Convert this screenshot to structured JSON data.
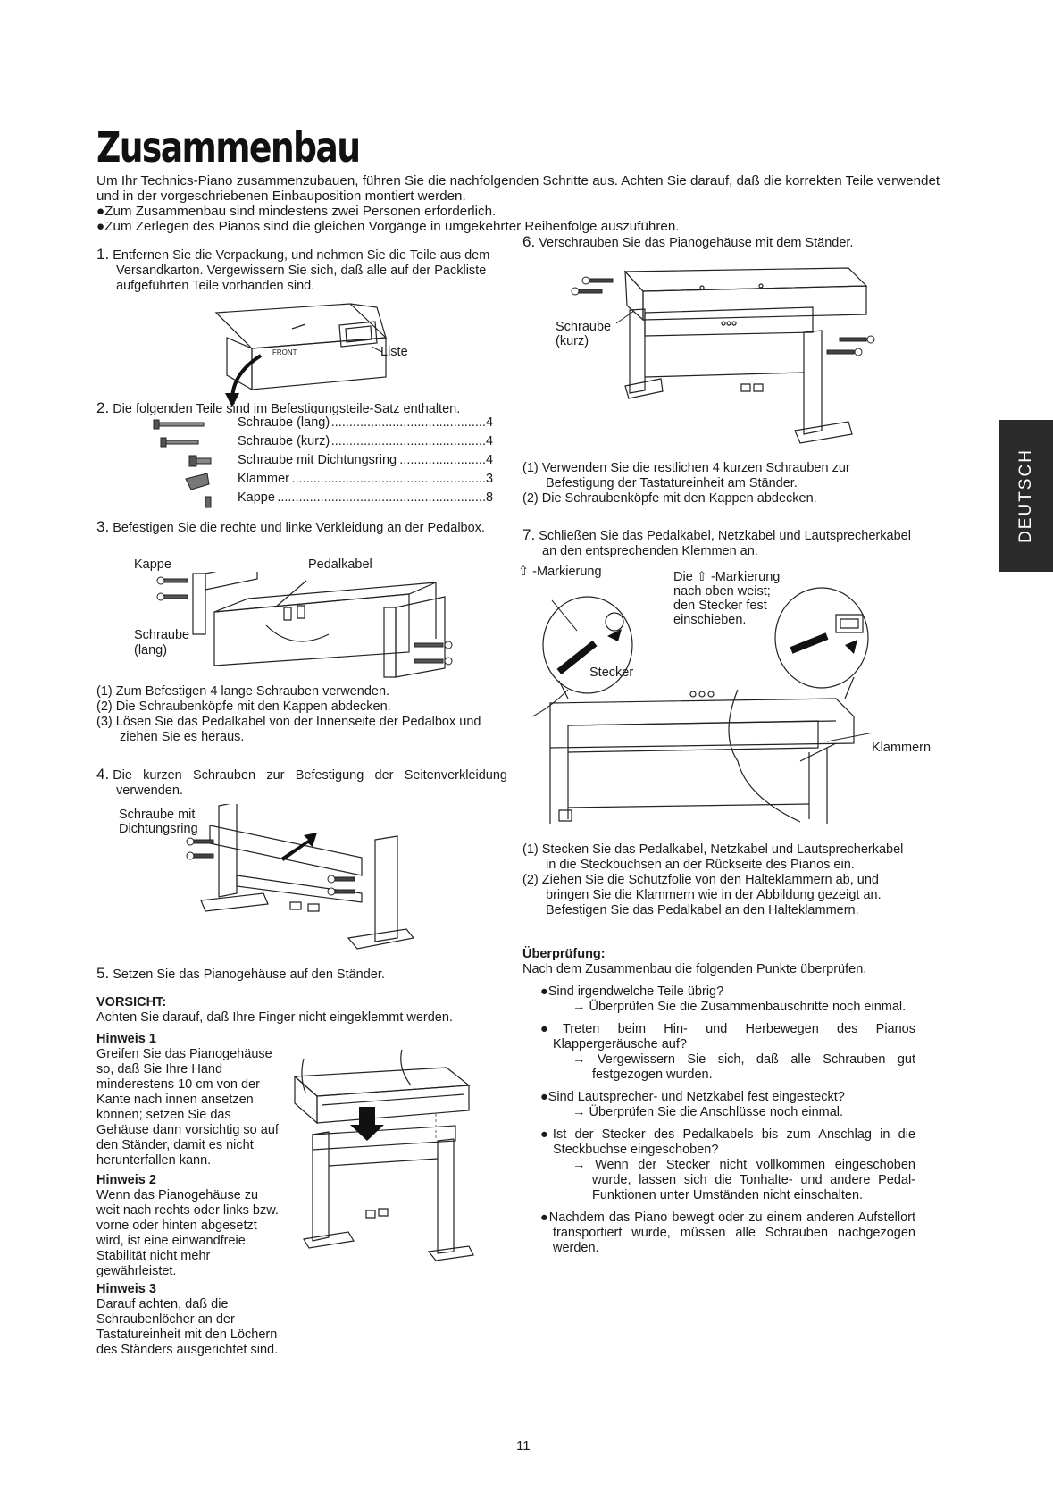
{
  "title": "Zusammenbau",
  "intro": [
    "Um Ihr Technics-Piano zusammenzubauen, führen Sie die nachfolgenden Schritte aus. Achten Sie darauf, daß die korrekten Teile verwendet und in der vorgeschriebenen Einbauposition montiert werden.",
    "●Zum Zusammenbau sind mindestens zwei Personen erforderlich.",
    "●Zum Zerlegen des Pianos sind die gleichen Vorgänge in umgekehrter Reihenfolge auszuführen."
  ],
  "step1": {
    "num": "1.",
    "text": "Entfernen Sie die Verpackung, und nehmen Sie die Teile aus dem Versandkarton. Vergewissern Sie sich, daß alle auf der Packliste aufgeführten Teile vorhanden sind.",
    "fig_label": "Liste",
    "box_text": "FRONT"
  },
  "step2": {
    "num": "2.",
    "text": "Die folgenden Teile sind im Befestigungsteile-Satz enthalten.",
    "parts": [
      {
        "name": "Schraube (lang)",
        "qty": "4"
      },
      {
        "name": "Schraube (kurz)",
        "qty": "4"
      },
      {
        "name": "Schraube mit Dichtungsring",
        "qty": "4"
      },
      {
        "name": "Klammer",
        "qty": "3"
      },
      {
        "name": "Kappe",
        "qty": "8"
      }
    ]
  },
  "step3": {
    "num": "3.",
    "text": "Befestigen Sie die rechte und linke Verkleidung an der Pedalbox.",
    "labels": {
      "kappe": "Kappe",
      "pedalkabel": "Pedalkabel",
      "schraube": "Schraube",
      "lang": "(lang)"
    },
    "notes": [
      "(1) Zum Befestigen 4 lange Schrauben verwenden.",
      "(2) Die Schraubenköpfe mit den Kappen abdecken.",
      "(3) Lösen Sie das Pedalkabel von der Innenseite der Pedalbox und ziehen Sie es heraus."
    ]
  },
  "step4": {
    "num": "4.",
    "text": "Die kurzen Schrauben zur Befestigung der Seitenverkleidung verwenden.",
    "labels": {
      "l1": "Schraube mit",
      "l2": "Dichtungsring"
    }
  },
  "step5": {
    "num": "5.",
    "text": "Setzen Sie das Pianogehäuse auf den Ständer.",
    "caution_title": "VORSICHT:",
    "caution_text": "Achten Sie darauf, daß Ihre Finger nicht eingeklemmt werden.",
    "hints": [
      {
        "title": "Hinweis 1",
        "text": "Greifen Sie das Pianogehäuse so, daß Sie Ihre Hand minderestens 10 cm von der Kante nach innen ansetzen können; setzen Sie das Gehäuse dann vorsichtig so auf den Ständer, damit es nicht herunterfallen kann."
      },
      {
        "title": "Hinweis 2",
        "text": "Wenn das Pianogehäuse zu weit nach rechts oder links bzw. vorne oder hinten abgesetzt wird, ist eine einwandfreie Stabilität nicht mehr gewährleistet."
      },
      {
        "title": "Hinweis 3",
        "text": "Darauf achten, daß die Schraubenlöcher an der Tastatureinheit mit den Löchern des Ständers ausgerichtet sind."
      }
    ]
  },
  "step6": {
    "num": "6.",
    "text": "Verschrauben Sie das Pianogehäuse mit dem Ständer.",
    "labels": {
      "l1": "Schraube",
      "l2": "(kurz)"
    },
    "notes": [
      "(1) Verwenden Sie die restlichen 4 kurzen Schrauben zur Befestigung der Tastatureinheit am Ständer.",
      "(2) Die Schraubenköpfe mit den Kappen abdecken."
    ]
  },
  "step7": {
    "num": "7.",
    "text": "Schließen Sie das Pedalkabel, Netzkabel und Lautsprecherkabel an den entsprechenden Klemmen an.",
    "labels": {
      "mark": "⇧ -Markierung",
      "die1": "Die ⇧ -Markierung",
      "die2": "nach oben weist;",
      "die3": "den Stecker fest",
      "die4": "einschieben.",
      "stecker": "Stecker",
      "klammern": "Klammern"
    },
    "notes": [
      "(1) Stecken Sie das Pedalkabel, Netzkabel und Lautsprecherkabel in die Steckbuchsen an der Rückseite des Pianos ein.",
      "(2) Ziehen Sie die Schutzfolie von den Halteklammern ab, und bringen Sie die Klammern wie in der Abbildung gezeigt an. Befestigen Sie das Pedalkabel an den Halteklammern."
    ]
  },
  "check": {
    "title": "Überprüfung:",
    "intro": "Nach dem Zusammenbau die folgenden Punkte überprüfen.",
    "items": [
      {
        "q": "●Sind irgendwelche Teile übrig?",
        "a": "→ Überprüfen Sie die Zusammenbauschritte noch einmal."
      },
      {
        "q": "●Treten beim Hin- und Herbewegen des Pianos Klappergeräusche auf?",
        "a": "→ Vergewissern Sie sich, daß alle Schrauben gut festgezogen wurden."
      },
      {
        "q": "●Sind Lautsprecher- und Netzkabel fest eingesteckt?",
        "a": "→ Überprüfen Sie die Anschlüsse noch einmal."
      },
      {
        "q": "●Ist der Stecker des Pedalkabels bis zum Anschlag in die Steckbuchse eingeschoben?",
        "a": "→ Wenn der Stecker nicht vollkommen eingeschoben wurde, lassen sich die Tonhalte- und andere Pedal-Funktionen unter Umständen nicht einschalten."
      },
      {
        "q": "●Nachdem das Piano bewegt oder zu einem anderen Aufstellort transportiert wurde, müssen alle Schrauben nachgezogen werden.",
        "a": ""
      }
    ]
  },
  "side_tab": "DEUTSCH",
  "page_number": "11"
}
